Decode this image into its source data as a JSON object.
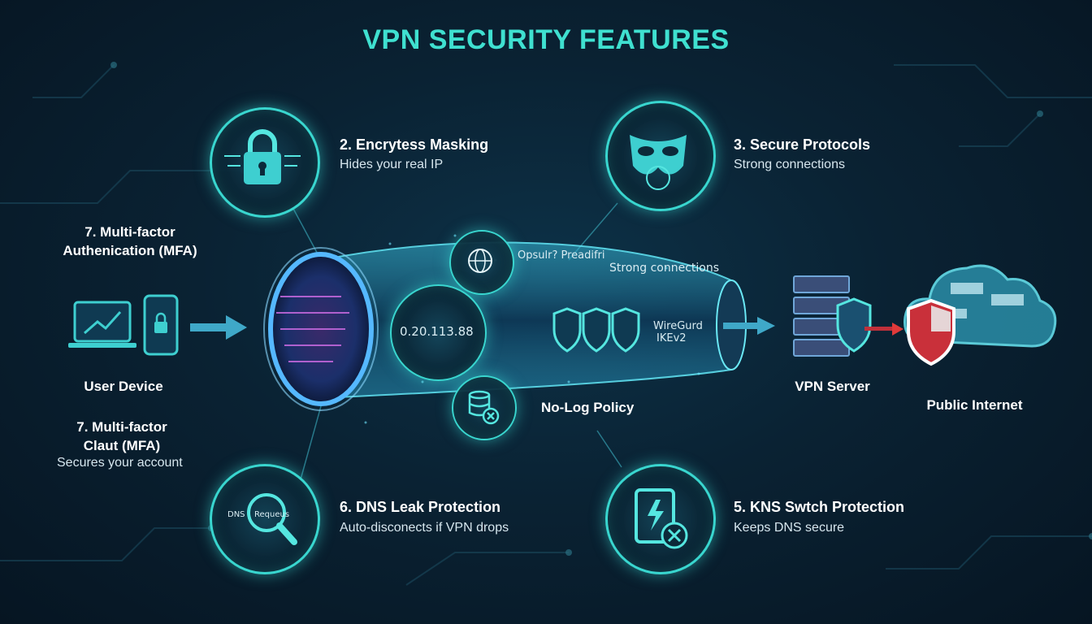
{
  "title": "VPN SECURITY FEATURES",
  "features": {
    "f2": {
      "title": "2. Encrytess Masking",
      "desc": "Hides your real IP",
      "icon": "padlock-icon"
    },
    "f3": {
      "title": "3. Secure Protocols",
      "desc": "Strong connections",
      "icon": "mask-icon"
    },
    "f6": {
      "title": "6. DNS Leak Protection",
      "desc": "Auto-disconects if VPN drops",
      "icon": "dns-magnifier-icon",
      "icon_text_1": "DNS",
      "icon_text_2": "Requeus"
    },
    "f5": {
      "title": "5. KNS Swtch Protection",
      "desc": "Keeps DNS secure",
      "icon": "kill-switch-icon"
    }
  },
  "left_labels": {
    "mfa_top": [
      "7. Multi-factor",
      "Authenication (MFA)"
    ],
    "mfa_bottom_title": [
      "7. Multi-factor",
      "Claut (MFA)"
    ],
    "mfa_bottom_desc": "Secures your account"
  },
  "tunnel": {
    "ip_text": "0.20.113.88",
    "protocol_top": "Opsulr? Preadifri",
    "strong": "Strong connections",
    "protocol_box": [
      "WireGurd",
      "IKEv2"
    ],
    "nolog": "No-Log Policy"
  },
  "nodes": {
    "user_device": "User Device",
    "vpn_server": "VPN Server",
    "public_internet": "Public Internet"
  },
  "colors": {
    "accent": "#39d6cf",
    "title": "#3fe0d0",
    "alert": "#e03a3a",
    "background": "#0a2233"
  }
}
